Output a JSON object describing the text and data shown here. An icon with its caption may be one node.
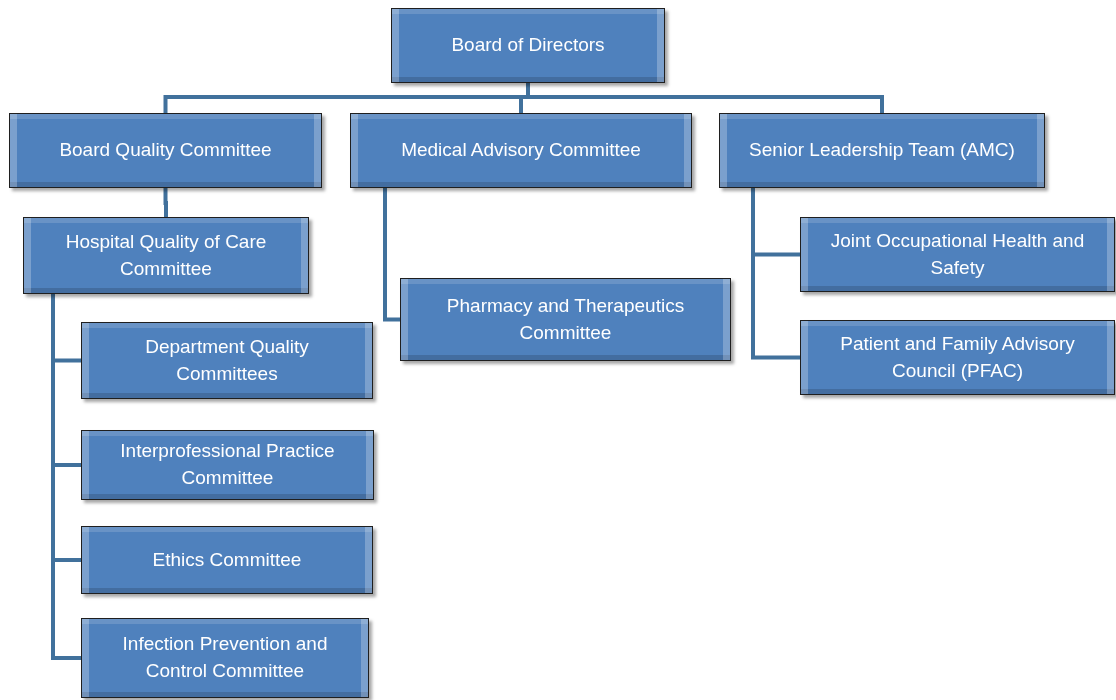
{
  "diagram": {
    "nodes": [
      {
        "text": [
          "Board of Directors"
        ]
      },
      {
        "text": [
          "Board Quality Committee"
        ]
      },
      {
        "text": [
          "Medical Advisory Committee"
        ]
      },
      {
        "text": [
          "Senior Leadership Team (AMC)"
        ]
      },
      {
        "text": [
          "Hospital Quality of Care Committee"
        ]
      },
      {
        "text": [
          "Department Quality Committees"
        ]
      },
      {
        "text": [
          "Interprofessional Practice Committee"
        ]
      },
      {
        "text": [
          "Ethics Committee"
        ]
      },
      {
        "text": [
          "Infection Prevention and Control Committee"
        ]
      },
      {
        "text": [
          "Pharmacy and Therapeutics Committee"
        ]
      },
      {
        "text": [
          "Joint Occupational Health and Safety"
        ]
      },
      {
        "text": [
          "Patient and Family Advisory Council (PFAC)"
        ]
      }
    ],
    "edges": [
      {
        "from": 0,
        "to": 1,
        "arrow": "none"
      },
      {
        "from": 0,
        "to": 2,
        "arrow": "none"
      },
      {
        "from": 0,
        "to": 3,
        "arrow": "none"
      },
      {
        "from": 1,
        "to": 4,
        "arrow": "none"
      },
      {
        "from": 2,
        "to": 9,
        "arrow": "none"
      },
      {
        "from": 3,
        "to": 10,
        "arrow": "none"
      },
      {
        "from": 3,
        "to": 11,
        "arrow": "none"
      },
      {
        "from": 4,
        "to": 5,
        "arrow": "none"
      },
      {
        "from": 4,
        "to": 6,
        "arrow": "none"
      },
      {
        "from": 4,
        "to": 7,
        "arrow": "none"
      },
      {
        "from": 4,
        "to": 8,
        "arrow": "none"
      }
    ]
  }
}
